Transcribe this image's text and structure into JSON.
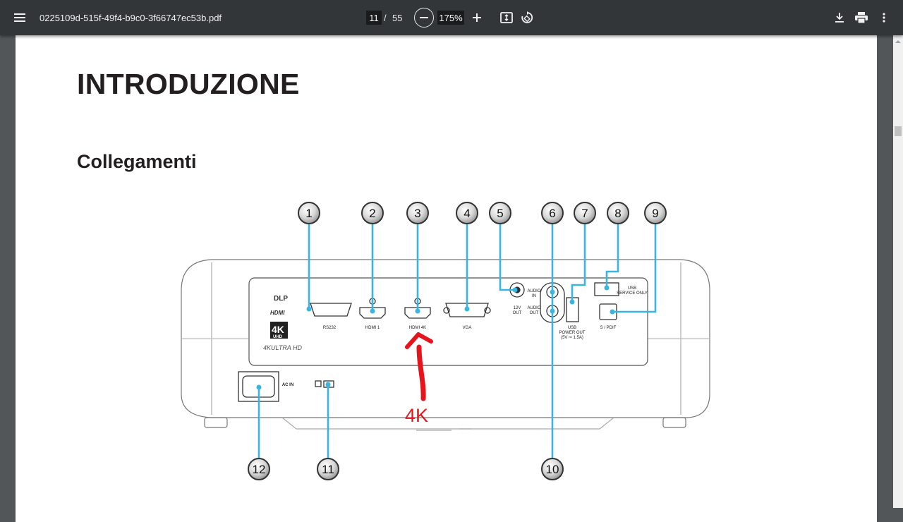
{
  "toolbar": {
    "file_name": "0225109d-515f-49f4-b9c0-3f66747ec53b.pdf",
    "current_page": "11",
    "page_separator": "/",
    "total_pages": "55",
    "zoom": "175%"
  },
  "document": {
    "heading": "INTRODUZIONE",
    "subheading": "Collegamenti"
  },
  "diagram": {
    "callouts": [
      "1",
      "2",
      "3",
      "4",
      "5",
      "6",
      "7",
      "8",
      "9",
      "10",
      "11",
      "12"
    ],
    "port_labels": {
      "rs232": "RS232",
      "hdmi1": "HDMI 1",
      "hdmi4k": "HDMI 4K",
      "vga": "VGA",
      "out12v_a": "12V",
      "out12v_b": "OUT",
      "audio_in_a": "AUDIO",
      "audio_in_b": "IN",
      "audio_out_a": "AUDIO",
      "audio_out_b": "OUT",
      "usb_power_a": "USB",
      "usb_power_b": "POWER OUT",
      "usb_power_c": "(5V ⎓ 1.5A)",
      "usb_service_a": "USB",
      "usb_service_b": "SERVICE ONLY",
      "spdif": "S / PDIF",
      "ac_in": "AC IN"
    },
    "logos": {
      "dlp": "DLP",
      "hdmi": "HDMI",
      "k4": "4K",
      "uhd": "UHD",
      "ultra_hd": "4KULTRA HD"
    },
    "annotation": "4K"
  },
  "colors": {
    "callout_line": "#3ab4e0",
    "annotation": "#e8141c",
    "toolbar_bg": "#323639",
    "viewer_bg": "#525659"
  },
  "icons": [
    "menu-icon",
    "zoom-out-icon",
    "zoom-in-icon",
    "fit-page-icon",
    "rotate-icon",
    "download-icon",
    "print-icon",
    "more-vert-icon"
  ]
}
